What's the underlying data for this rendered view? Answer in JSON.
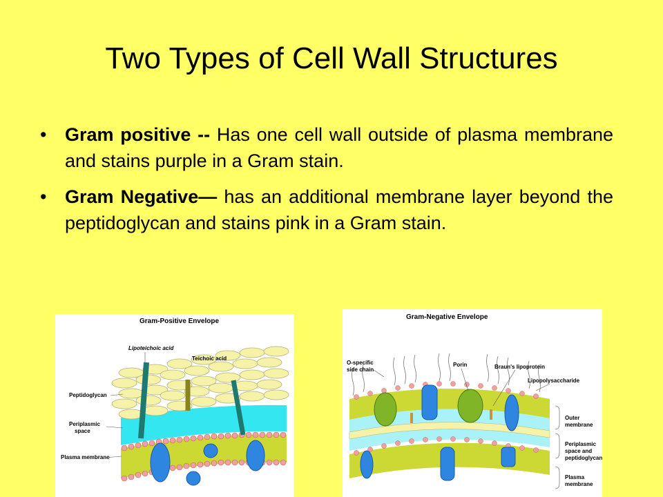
{
  "slide": {
    "title": "Two Types of Cell Wall Structures",
    "bullets": [
      {
        "term": "Gram positive --",
        "text": " Has one cell wall outside of plasma membrane and stains purple in a Gram stain."
      },
      {
        "term": "Gram Negative—",
        "text": " has an additional membrane layer beyond the peptidoglycan and stains pink in a Gram stain."
      }
    ]
  },
  "figures": {
    "gram_positive": {
      "heading": "Gram-Positive Envelope",
      "labels": {
        "lipoteichoic": "Lipoteichoic acid",
        "teichoic": "Teichoic acid",
        "peptidoglycan": "Peptidoglycan",
        "periplasmic_1": "Periplasmic",
        "periplasmic_2": "space",
        "plasma": "Plasma membrane"
      }
    },
    "gram_negative": {
      "heading": "Gram-Negative Envelope",
      "labels": {
        "ospecific_1": "O-specific",
        "ospecific_2": "side chain",
        "porin": "Porin",
        "brauns": "Braun's lipoprotein",
        "lps": "Lipopolysaccharide",
        "outer_1": "Outer",
        "outer_2": "membrane",
        "periplasmic_1": "Periplasmic",
        "periplasmic_2": "space and",
        "periplasmic_3": "peptidoglycan",
        "plasma_1": "Plasma",
        "plasma_2": "membrane"
      }
    }
  },
  "colors": {
    "background": "#ffff66",
    "peptidoglycan": "#f6f3a8",
    "periplasm": "#33e6f0",
    "membrane_head": "#f0a0a0",
    "membrane_tail": "#ccd833",
    "protein": "#2f86e0",
    "teichoic": "#1e7a70",
    "porin": "#7fb526"
  }
}
